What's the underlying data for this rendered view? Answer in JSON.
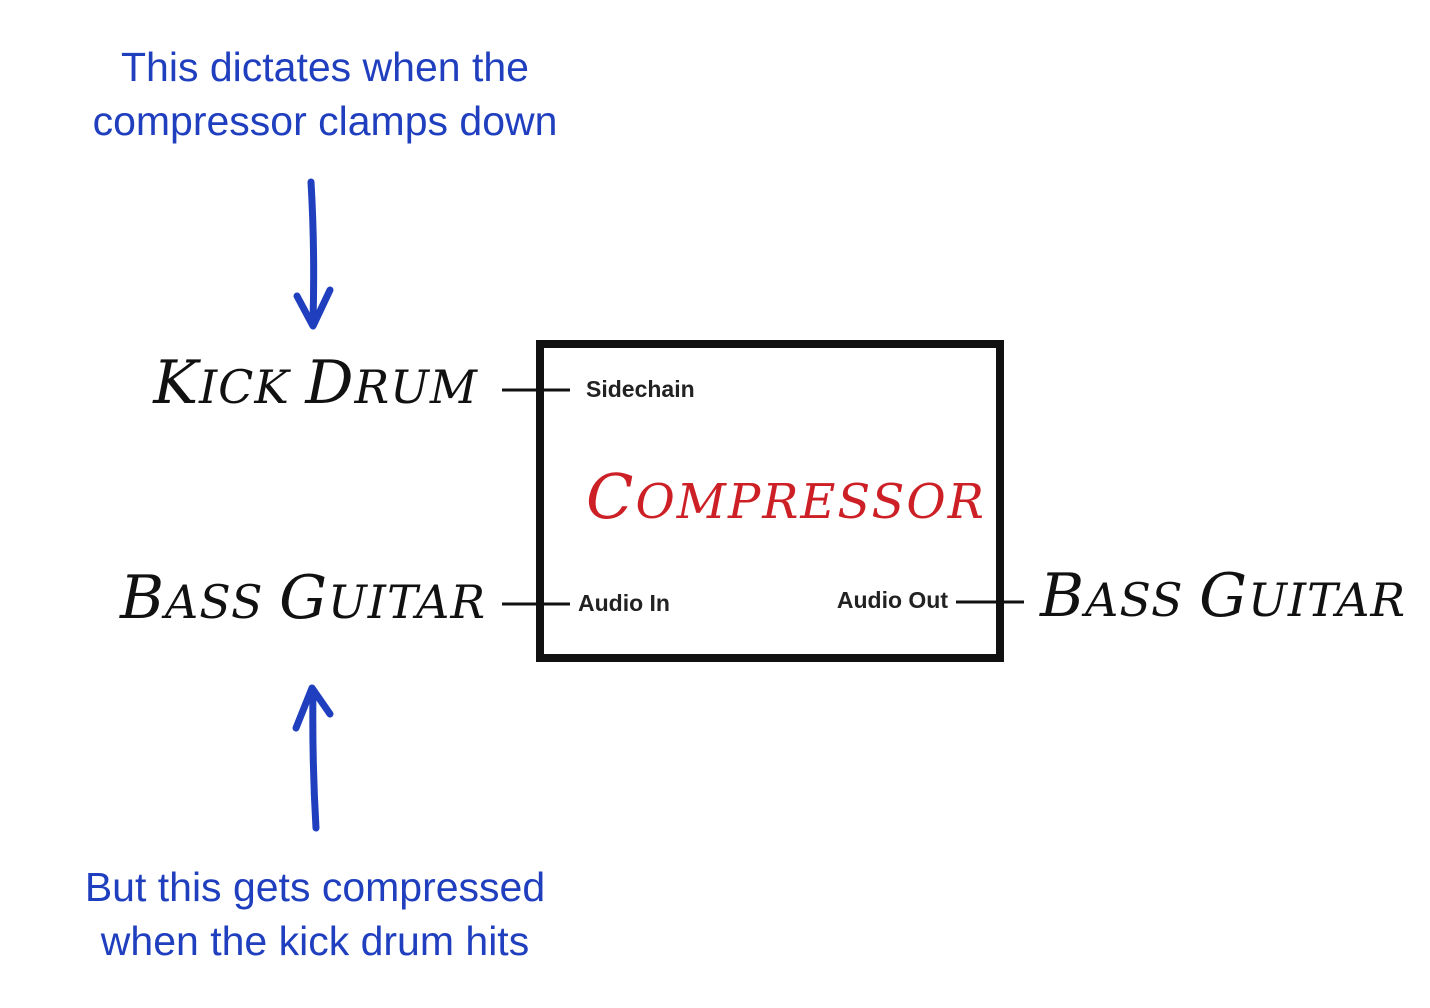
{
  "notes": {
    "top": [
      "This dictates when the",
      "compressor clamps down"
    ],
    "bottom": [
      "But this gets compressed",
      "when the kick drum hits"
    ]
  },
  "signals": {
    "kick_drum": {
      "initial": "K",
      "rest": "ICK ",
      "initial2": "D",
      "rest2": "RUM"
    },
    "bass_guitar_in": {
      "initial": "B",
      "rest": "ASS ",
      "initial2": "G",
      "rest2": "UITAR"
    },
    "bass_guitar_out": {
      "initial": "B",
      "rest": "ASS ",
      "initial2": "G",
      "rest2": "UITAR"
    }
  },
  "compressor": {
    "title_initial": "C",
    "title_rest": "OMPRESSOR",
    "ports": {
      "sidechain": "Sidechain",
      "audio_in": "Audio In",
      "audio_out": "Audio Out"
    }
  },
  "colors": {
    "note_text": "#1f3fbf",
    "arrow": "#1f3fbf",
    "compressor_title": "#cc2026",
    "ink": "#111111"
  },
  "icons": {
    "top_arrow": "arrow-down-icon",
    "bottom_arrow": "arrow-up-icon"
  }
}
